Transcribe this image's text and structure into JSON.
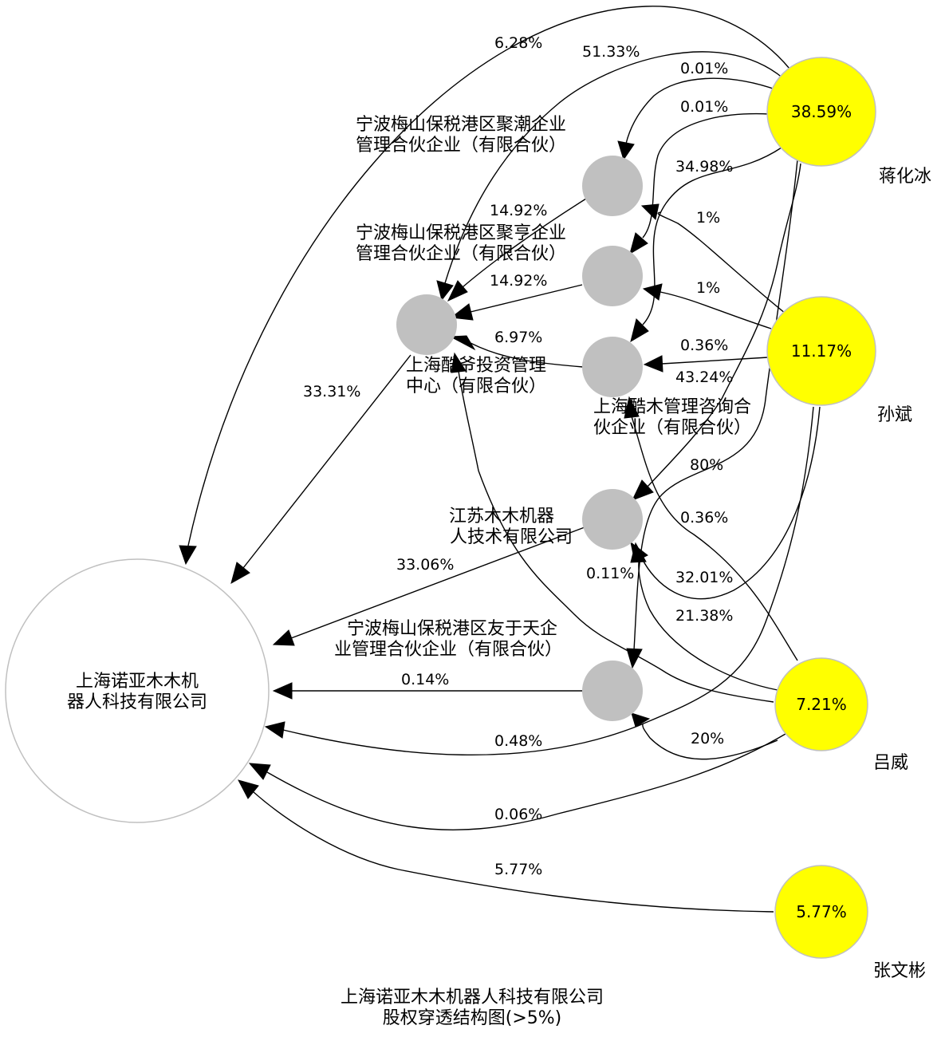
{
  "diagram": {
    "title_line1": "上海诺亚木木机器人科技有限公司",
    "title_line2": "股权穿透结构图(>5%)"
  },
  "target": {
    "label_line1": "上海诺亚木木机",
    "label_line2": "器人科技有限公司"
  },
  "entities": {
    "jucao": {
      "line1": "宁波梅山保税港区聚潮企业",
      "line2": "管理合伙企业（有限合伙）"
    },
    "juheng": {
      "line1": "宁波梅山保税港区聚亨企业",
      "line2": "管理合伙企业（有限合伙）"
    },
    "kuye": {
      "line1": "上海酷爷投资管理",
      "line2": "中心（有限合伙）"
    },
    "kumu": {
      "line1": "上海酷木管理咨询合",
      "line2": "伙企业（有限合伙）"
    },
    "jiangsu": {
      "line1": "江苏木木机器",
      "line2": "人技术有限公司"
    },
    "youyutian": {
      "line1": "宁波梅山保税港区友于天企",
      "line2": "业管理合伙企业（有限合伙）"
    }
  },
  "persons": {
    "jiang": {
      "name": "蒋化冰",
      "pct": "38.59%"
    },
    "sun": {
      "name": "孙斌",
      "pct": "11.17%"
    },
    "lv": {
      "name": "吕威",
      "pct": "7.21%"
    },
    "zhang": {
      "name": "张文彬",
      "pct": "5.77%"
    }
  },
  "edges": {
    "jiang_target": "6.28%",
    "jiang_kuye": "51.33%",
    "jiang_jucao": "0.01%",
    "jiang_juheng": "0.01%",
    "jiang_kumu": "34.98%",
    "jucao_kuye": "14.92%",
    "juheng_kuye": "14.92%",
    "kumu_kuye": "6.97%",
    "kuye_target": "33.31%",
    "sun_jucao": "1%",
    "sun_juheng": "1%",
    "sun_kumu": "0.36%",
    "jiang_jiangsu": "43.24%",
    "lv_kumu": "80%",
    "jiang_youyutian": "0.36%",
    "jiangsu_target": "33.06%",
    "lv_kuye": "0.11%",
    "sun_jiangsu": "32.01%",
    "lv_jiangsu": "21.38%",
    "youyutian_target": "0.14%",
    "lv_youyutian": "20%",
    "sun_target": "0.48%",
    "lv_target": "0.06%",
    "zhang_target": "5.77%"
  },
  "colors": {
    "person_fill": "#ffff00",
    "intermediate_fill": "#c0c0c0",
    "node_stroke": "#c0c0c0",
    "edge": "#000000"
  }
}
